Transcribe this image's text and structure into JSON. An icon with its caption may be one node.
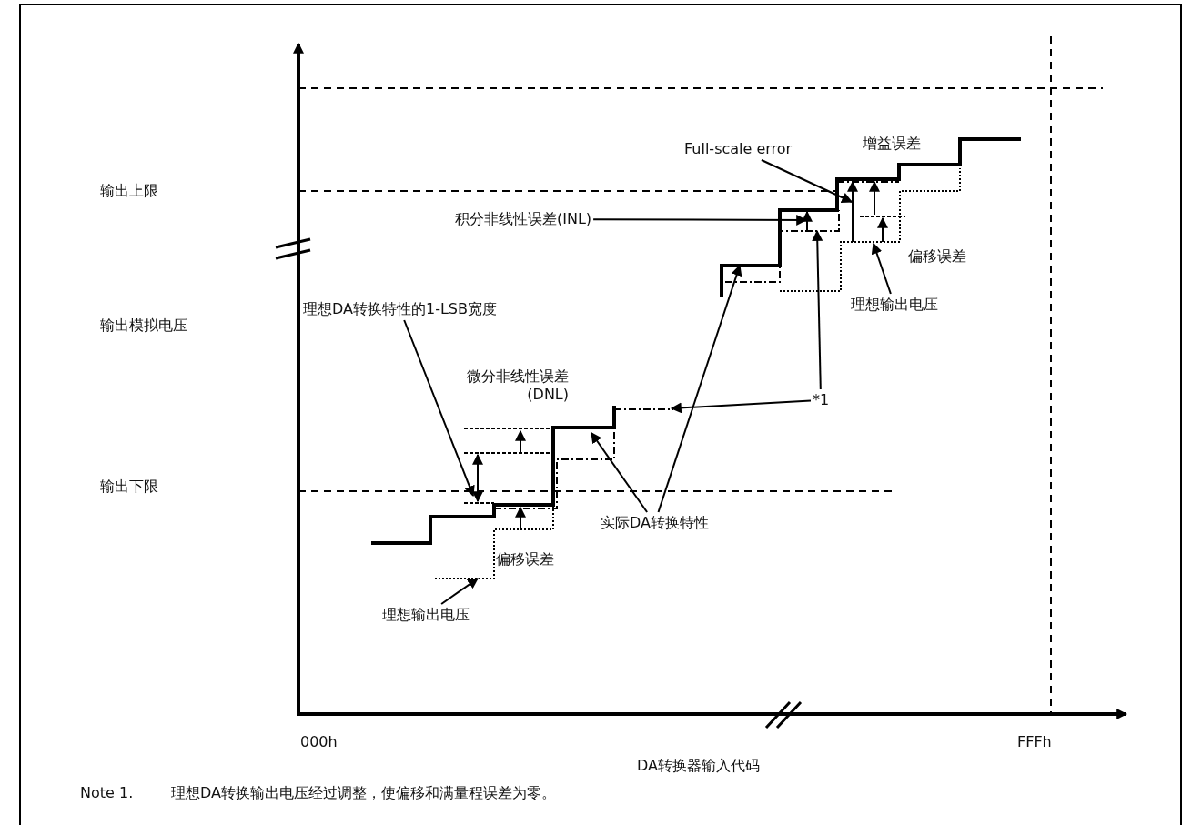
{
  "diagram": {
    "nodes": [
      {
        "text": [
          "理想DA转换特性的1-LSB宽度"
        ]
      },
      {
        "text": [
          "积分非线性误差(INL)"
        ]
      },
      {
        "text": [
          "Full-scale error"
        ]
      },
      {
        "text": [
          "理想输出电压"
        ]
      },
      {
        "text": [
          "*1"
        ]
      },
      {
        "text": [
          "实际DA转换特性"
        ]
      },
      {
        "text": [
          "理想输出电压"
        ]
      }
    ],
    "edges": [
      {
        "from": 0,
        "to": null,
        "arrow": "to"
      },
      {
        "from": 1,
        "to": null,
        "arrow": "to"
      },
      {
        "from": 2,
        "to": null,
        "arrow": "to"
      },
      {
        "from": 3,
        "to": null,
        "arrow": "to"
      },
      {
        "from": 4,
        "to": null,
        "arrow": "to"
      },
      {
        "from": 4,
        "to": null,
        "arrow": "to"
      },
      {
        "from": 5,
        "to": null,
        "arrow": "to"
      },
      {
        "from": 5,
        "to": null,
        "arrow": "to"
      },
      {
        "from": 6,
        "to": null,
        "arrow": "to"
      }
    ],
    "labels": [
      "输出上限",
      "增益误差",
      "偏移误差",
      "输出模拟电压",
      "微分非线性误差 (DNL)",
      "输出下限",
      "偏移误差",
      "000h",
      "DA转换器输入代码",
      "FFFh",
      "Note 1.",
      "理想DA转换输出电压经过调整，使偏移和满量程误差为零。"
    ]
  }
}
